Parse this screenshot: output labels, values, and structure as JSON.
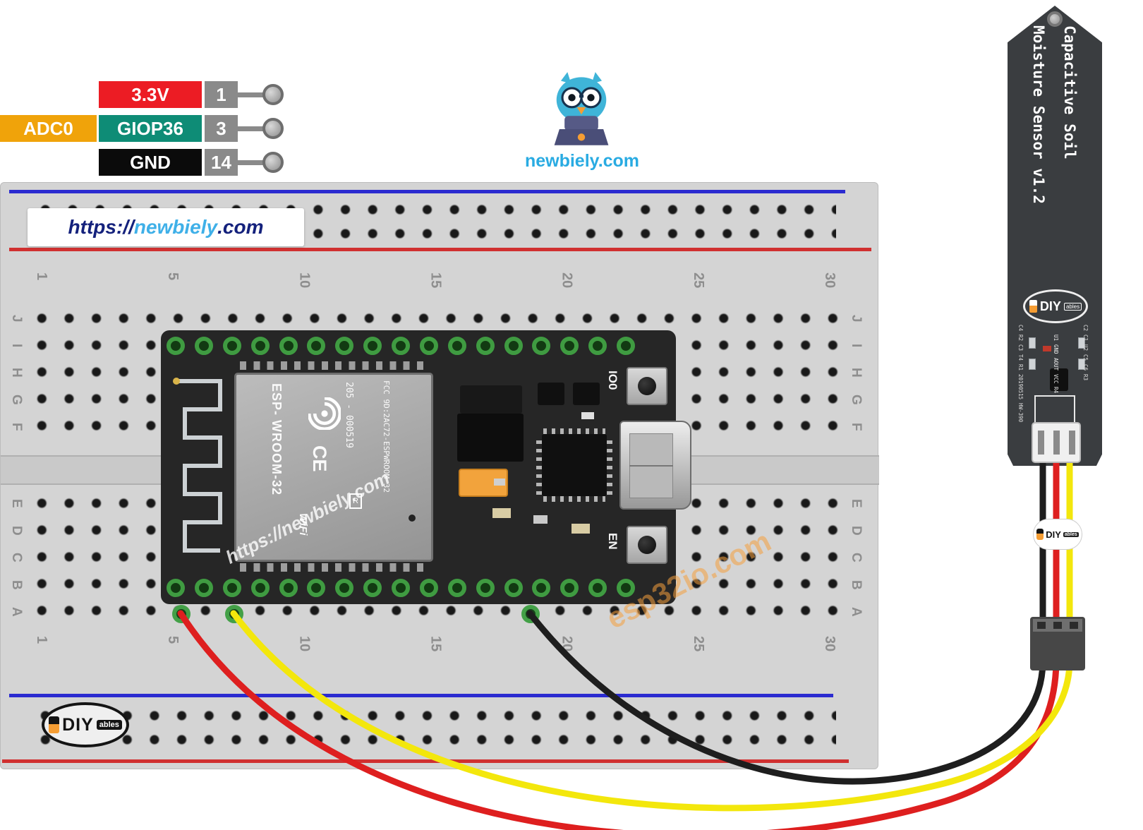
{
  "legend": {
    "rows": [
      {
        "signal": "",
        "label": "3.3V",
        "pin": "1"
      },
      {
        "signal": "ADC0",
        "label": "GIOP36",
        "pin": "3"
      },
      {
        "signal": "",
        "label": "GND",
        "pin": "14"
      }
    ],
    "colors": {
      "power_3v3": "#ec1c24",
      "adc": "#f0a30a",
      "gpio": "#0e8c76",
      "ground": "#0b0b0b",
      "pin_box": "#8a8a8a"
    }
  },
  "brand": {
    "site": "newbiely.com",
    "url_prefix": "https://",
    "url_name": "newbiely",
    "url_suffix": ".com",
    "accent": "#29abe2"
  },
  "watermarks": {
    "white": "https://newbiely.com",
    "orange": "esp32io.com"
  },
  "breadboard": {
    "columns": [
      "1",
      "5",
      "10",
      "15",
      "20",
      "25",
      "30"
    ],
    "rows_upper": [
      "J",
      "I",
      "H",
      "G",
      "F"
    ],
    "rows_lower": [
      "E",
      "D",
      "C",
      "B",
      "A"
    ]
  },
  "esp32": {
    "module_name": "ESP- WROOM-32",
    "serial": "205 - 000519",
    "fcc": "FCC 9D:2AC72-ESPWROOM 32",
    "ce_mark": "CE",
    "r_mark": "R",
    "wifi_script": "WiFi",
    "boot_button": "IO0",
    "enable_button": "EN"
  },
  "sensor": {
    "title_line1": "Capacitive Soil",
    "title_line2": "Moisture Sensor v1.2",
    "micro_labels_left": [
      "C4",
      "R2",
      "C3",
      "T4",
      "R1",
      "20190515",
      "HW-390"
    ],
    "micro_labels_mid": [
      "U1",
      "GND",
      "AOUT",
      "VCC",
      "R4"
    ],
    "micro_labels_right": [
      "C2",
      "C1",
      "U2",
      "C5",
      "C6",
      "R3"
    ]
  },
  "diyables": {
    "name": "DIY",
    "sub": "ables"
  },
  "wires": {
    "ground": "#1e1e1e",
    "power": "#de1f1f",
    "signal": "#f3e70c"
  }
}
